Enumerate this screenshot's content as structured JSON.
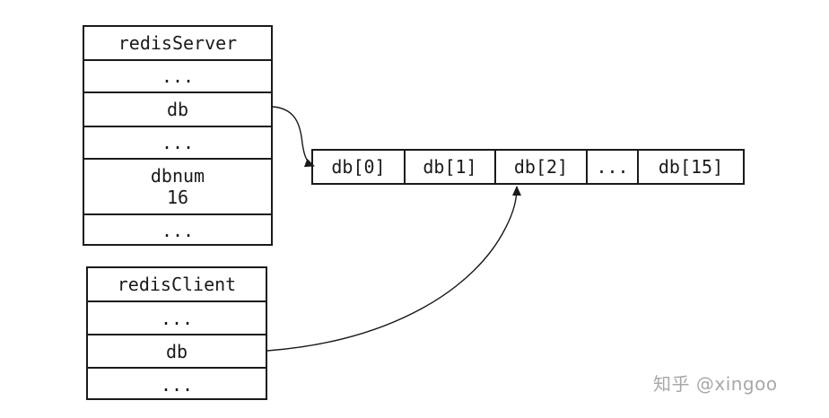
{
  "redis_server": {
    "fields": [
      "redisServer",
      "...",
      "db",
      "...",
      "dbnum\n16",
      "..."
    ]
  },
  "redis_client": {
    "fields": [
      "redisClient",
      "...",
      "db",
      "..."
    ]
  },
  "db_array": {
    "slots": [
      "db[0]",
      "db[1]",
      "db[2]",
      "...",
      "db[15]"
    ]
  },
  "pointers": [
    {
      "from": "redisServer.db",
      "to": "db[0]"
    },
    {
      "from": "redisClient.db",
      "to": "db[2]"
    }
  ],
  "watermark": "知乎 @xingoo"
}
